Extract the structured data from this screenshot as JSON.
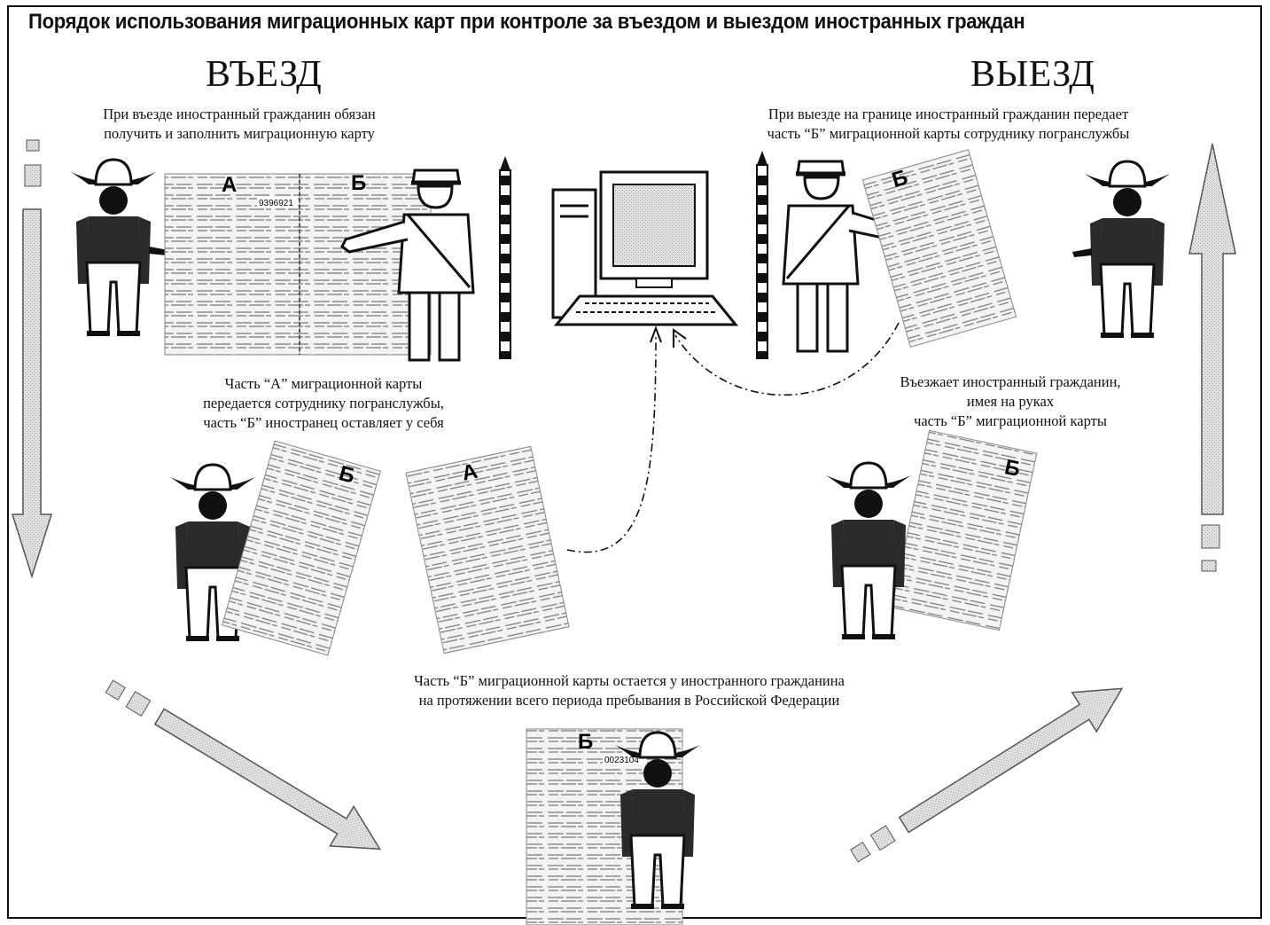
{
  "title": "Порядок использования миграционных карт при контроле за въездом и выездом иностранных граждан",
  "entry": {
    "heading": "ВЪЕЗД",
    "instruction_lines": [
      "При въезде иностранный гражданин обязан",
      "получить и заполнить миграционную карту"
    ],
    "card_label_a": "А",
    "card_label_b": "Б",
    "card_number": "9396921",
    "handover_lines": [
      "Часть “А” миграционной карты",
      "передается сотруднику погранслужбы,",
      "часть “Б” иностранец оставляет у себя"
    ],
    "held_card_b": "Б",
    "handed_card_a": "А"
  },
  "exit": {
    "heading": "ВЫЕЗД",
    "instruction_lines": [
      "При выезде на границе иностранный гражданин передает",
      "часть “Б” миграционной карты сотруднику погранслужбы"
    ],
    "card_label_b": "Б",
    "reentry_lines": [
      "Въезжает иностранный гражданин,",
      "имея на руках",
      "часть “Б” миграционной карты"
    ],
    "held_card_b": "Б"
  },
  "stay": {
    "caption_lines": [
      "Часть “Б” миграционной карты остается у иностранного гражданина",
      "на протяжении всего периода пребывания в Российской Федерации"
    ],
    "card_label_b": "Б",
    "card_number": "0023104"
  },
  "colors": {
    "ink": "#111111",
    "shirt": "#2a2a2a",
    "arrow_fill": "#d2d2d2",
    "card_fill": "#f3f3f3"
  }
}
